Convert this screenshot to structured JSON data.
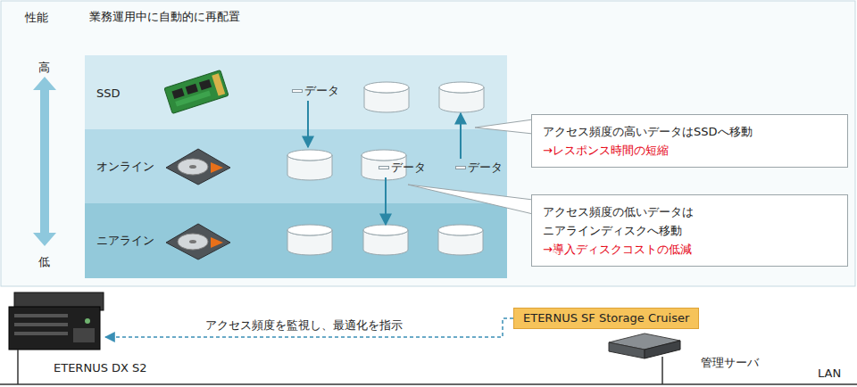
{
  "diagram": {
    "title": "業務運用中に自動的に再配置",
    "nodes": [
      {
        "text": [
          "SSD"
        ]
      },
      {
        "text": [
          "データ"
        ],
        "in": 0
      },
      {
        "text": [
          "オンライン"
        ]
      },
      {
        "text": [
          "データ"
        ],
        "in": 2
      },
      {
        "text": [
          "データ"
        ],
        "in": 2
      },
      {
        "text": [
          "ニアライン"
        ]
      },
      {
        "text": [
          "アクセス頻度の高いデータはSSDへ移動",
          "→レスポンス時間の短縮"
        ]
      },
      {
        "text": [
          "アクセス頻度の低いデータは ニアラインディスクへ移動",
          "→導入ディスクコストの低減"
        ]
      },
      {
        "text": [
          "ETERNUS DX S2"
        ]
      },
      {
        "text": [
          "ETERNUS SF Storage Cruiser"
        ]
      }
    ],
    "edges": [
      {
        "from": 9,
        "to": 8,
        "arrow": "to",
        "label": "アクセス頻度を監視し、最適化を指示"
      }
    ],
    "labels": [
      "性能",
      "高",
      "低",
      "管理サーバ",
      "LAN"
    ]
  }
}
